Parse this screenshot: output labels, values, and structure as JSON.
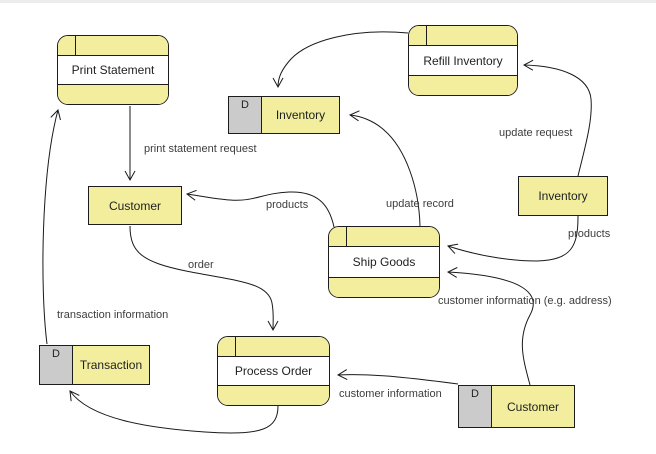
{
  "colors": {
    "shape_fill": "#F2EE9E",
    "store_tag_fill": "#CBCBCB",
    "stroke": "#1a1a1a",
    "flow_label_color": "#3d3d3d"
  },
  "processes": [
    {
      "name": "print-statement",
      "label": "Print Statement"
    },
    {
      "name": "refill-inventory",
      "label": "Refill Inventory"
    },
    {
      "name": "ship-goods",
      "label": "Ship Goods"
    },
    {
      "name": "process-order",
      "label": "Process Order"
    }
  ],
  "entities": [
    {
      "name": "customer",
      "label": "Customer"
    },
    {
      "name": "inventory",
      "label": "Inventory"
    }
  ],
  "data_stores": [
    {
      "name": "inventory",
      "tag": "D",
      "label": "Inventory"
    },
    {
      "name": "transaction",
      "tag": "D",
      "label": "Transaction"
    },
    {
      "name": "customer",
      "tag": "D",
      "label": "Customer"
    }
  ],
  "flow_labels": [
    {
      "name": "print-statement-request",
      "label": "print statement request"
    },
    {
      "name": "transaction-information",
      "label": "transaction information"
    },
    {
      "name": "order",
      "label": "order"
    },
    {
      "name": "products-to-customer",
      "label": "products"
    },
    {
      "name": "update-record",
      "label": "update record"
    },
    {
      "name": "update-request",
      "label": "update request"
    },
    {
      "name": "products-to-ship-goods",
      "label": "products"
    },
    {
      "name": "customer-information-address",
      "label": "customer information (e.g. address)"
    },
    {
      "name": "customer-information",
      "label": "customer information"
    }
  ]
}
